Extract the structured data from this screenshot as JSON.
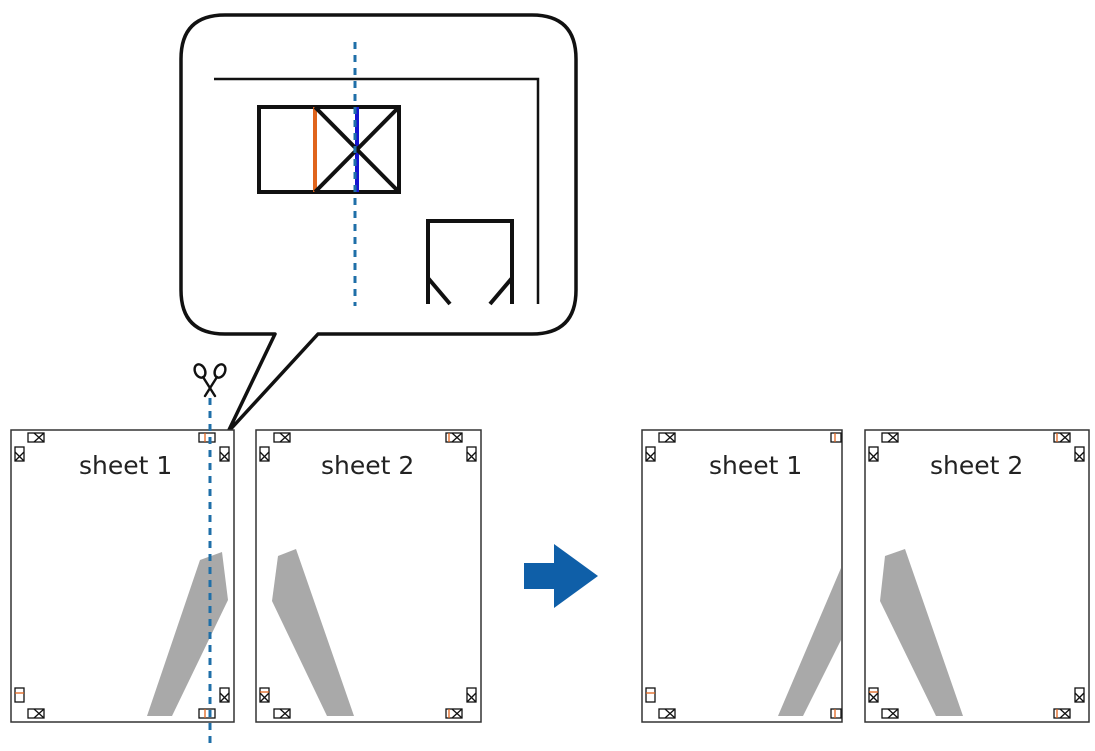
{
  "sheets_before": [
    {
      "label": "sheet 1"
    },
    {
      "label": "sheet 2"
    }
  ],
  "sheets_after": [
    {
      "label": "sheet 1"
    },
    {
      "label": "sheet 2"
    }
  ],
  "icons": {
    "cut": "scissors-icon",
    "next_step": "arrow-right-icon"
  },
  "colors": {
    "cut_line": "#1f6fa8",
    "arrow": "#0f5fa8",
    "image_shape": "#a9a9a9",
    "mark_orange": "#e0641c",
    "mark_blue": "#1515d0",
    "outline": "#111111"
  }
}
